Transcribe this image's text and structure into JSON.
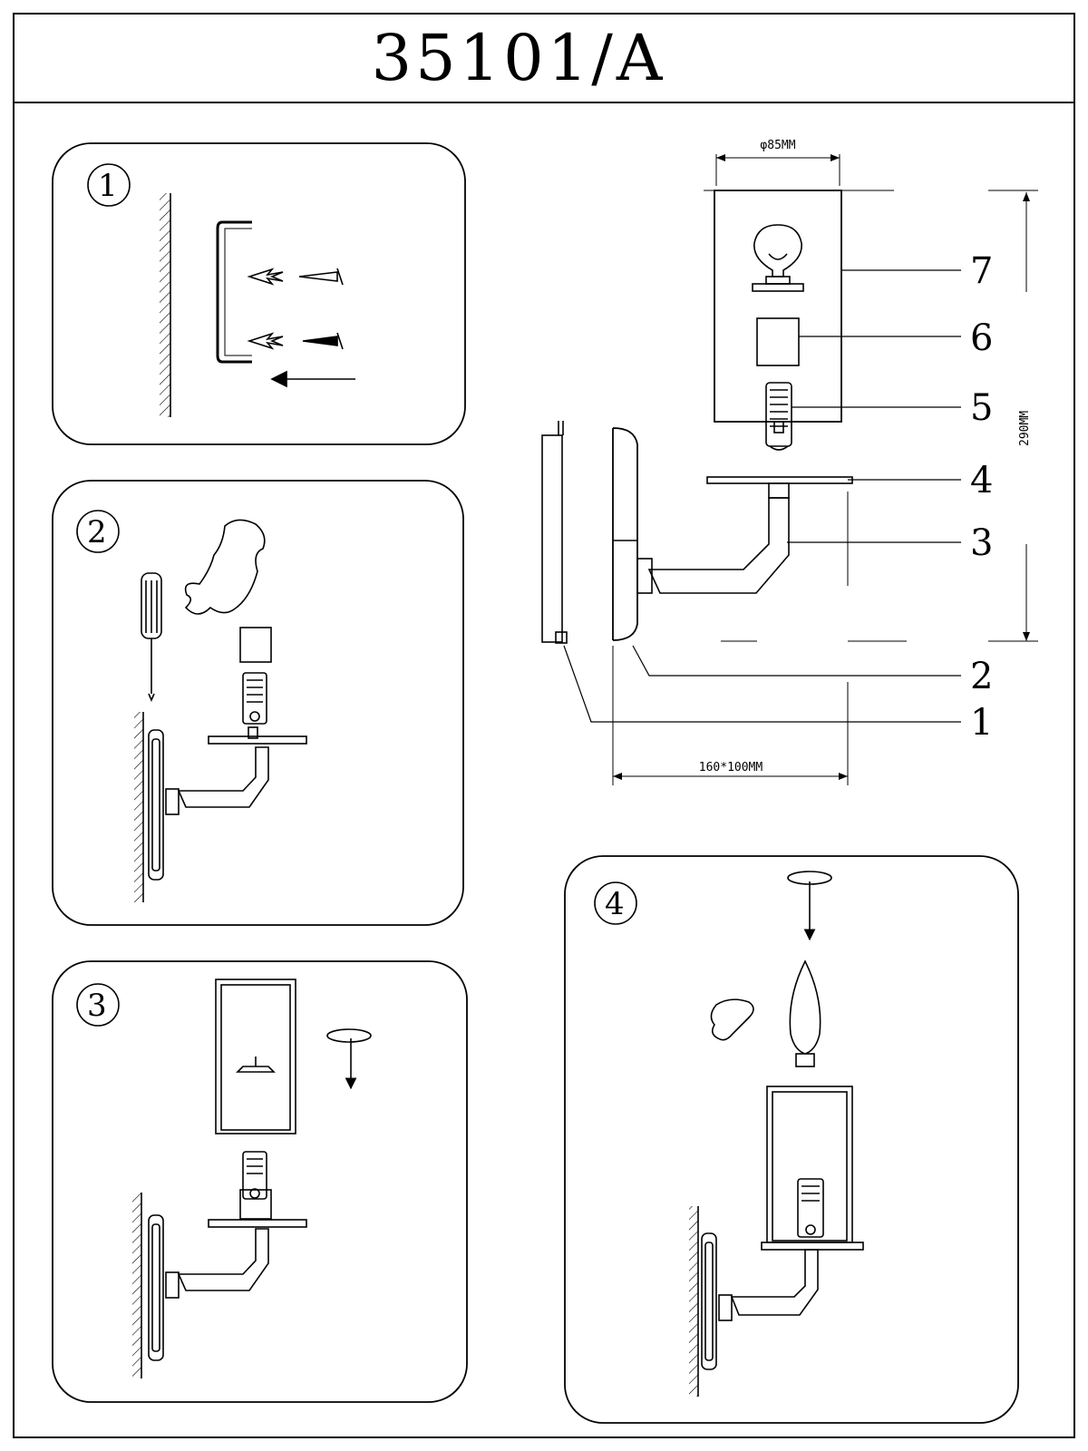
{
  "title": "35101/A",
  "dimensions": {
    "shade_diameter": "φ85MM",
    "height": "290MM",
    "backplate": "160*100MM"
  },
  "callouts": [
    "1",
    "2",
    "3",
    "4",
    "5",
    "6",
    "7"
  ],
  "steps": [
    "1",
    "2",
    "3",
    "4"
  ],
  "icons": [
    "wall-anchor-icon",
    "screw-icon",
    "screwdriver-icon",
    "hand-icon",
    "rotate-arrow-icon",
    "bulb-icon"
  ],
  "colors": {
    "line": "#000000",
    "background": "#ffffff"
  }
}
